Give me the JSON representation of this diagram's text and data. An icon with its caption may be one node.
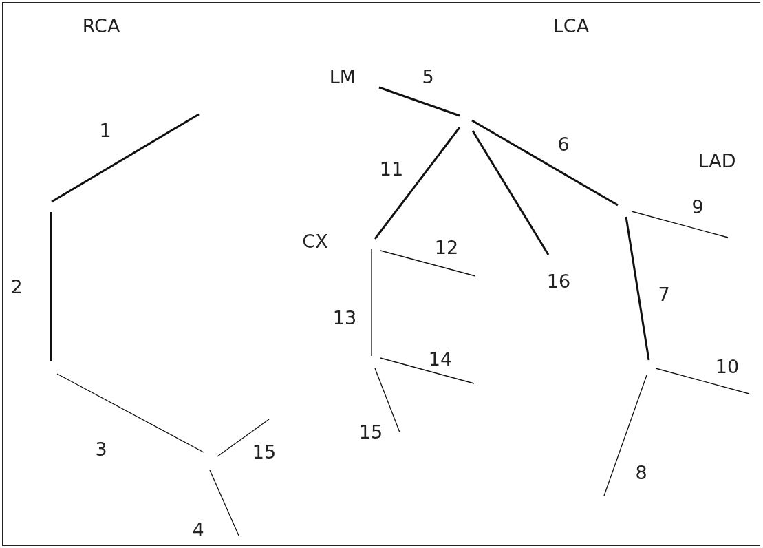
{
  "diagram": {
    "labels": [
      "RCA",
      "LCA",
      "LM",
      "5",
      "1",
      "6",
      "LAD",
      "11",
      "9",
      "CX",
      "12",
      "2",
      "16",
      "7",
      "13",
      "14",
      "10",
      "3",
      "15",
      "15",
      "8",
      "4"
    ]
  }
}
